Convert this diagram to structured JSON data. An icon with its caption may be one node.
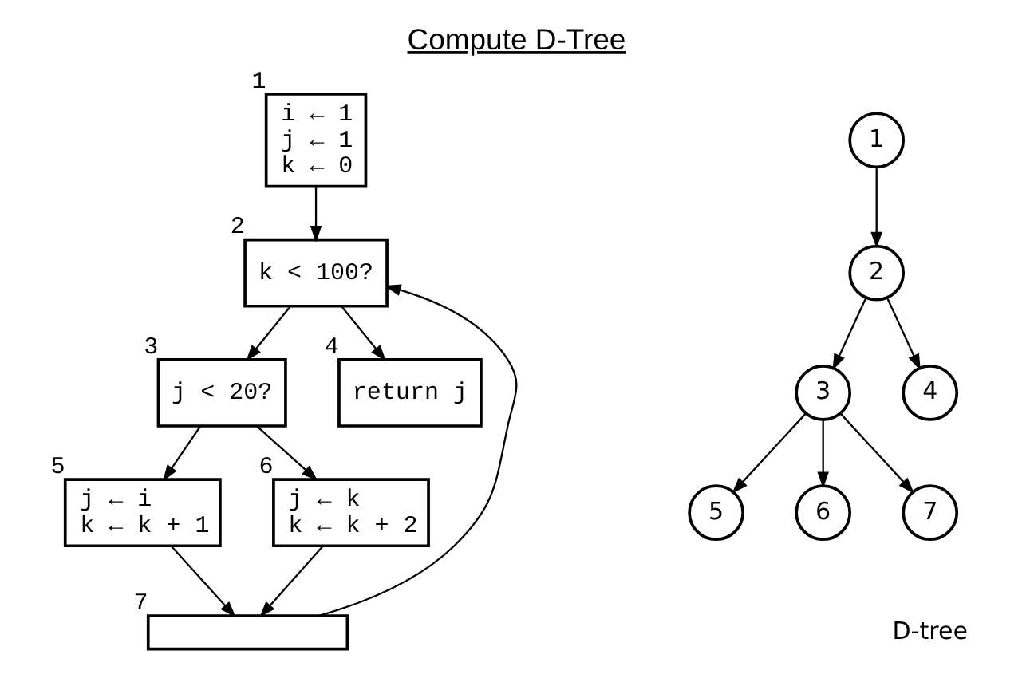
{
  "diagram": {
    "title": "Compute D-Tree",
    "nodes": [
      {
        "text": [
          "i ← 1",
          "j ← 1",
          "k ← 0"
        ],
        "beside": [
          "1"
        ]
      },
      {
        "text": [
          "k < 100?"
        ],
        "beside": [
          "2"
        ]
      },
      {
        "text": [
          "j < 20?"
        ],
        "beside": [
          "3"
        ]
      },
      {
        "text": [
          "return j"
        ],
        "beside": [
          "4"
        ]
      },
      {
        "text": [
          "j ← i",
          "k ← k + 1"
        ],
        "beside": [
          "5"
        ]
      },
      {
        "text": [
          "j ← k",
          "k ← k + 2"
        ],
        "beside": [
          "6"
        ]
      },
      {
        "text": [],
        "shape": "box",
        "beside": [
          "7"
        ]
      },
      {
        "text": [
          "1"
        ]
      },
      {
        "text": [
          "2"
        ]
      },
      {
        "text": [
          "3"
        ]
      },
      {
        "text": [
          "4"
        ]
      },
      {
        "text": [
          "5"
        ]
      },
      {
        "text": [
          "6"
        ]
      },
      {
        "text": [
          "7"
        ]
      }
    ],
    "edges": [
      {
        "from": 0,
        "to": 1,
        "arrow": "to"
      },
      {
        "from": 1,
        "to": 2,
        "arrow": "to"
      },
      {
        "from": 1,
        "to": 3,
        "arrow": "to"
      },
      {
        "from": 2,
        "to": 4,
        "arrow": "to"
      },
      {
        "from": 2,
        "to": 5,
        "arrow": "to"
      },
      {
        "from": 4,
        "to": 6,
        "arrow": "to"
      },
      {
        "from": 5,
        "to": 6,
        "arrow": "to"
      },
      {
        "from": 6,
        "to": 1,
        "arrow": "to"
      },
      {
        "from": 7,
        "to": 8,
        "arrow": "to"
      },
      {
        "from": 8,
        "to": 9,
        "arrow": "to"
      },
      {
        "from": 8,
        "to": 10,
        "arrow": "to"
      },
      {
        "from": 9,
        "to": 11,
        "arrow": "to"
      },
      {
        "from": 9,
        "to": 12,
        "arrow": "to"
      },
      {
        "from": 9,
        "to": 13,
        "arrow": "to"
      }
    ],
    "labels": [
      "D-tree"
    ]
  }
}
